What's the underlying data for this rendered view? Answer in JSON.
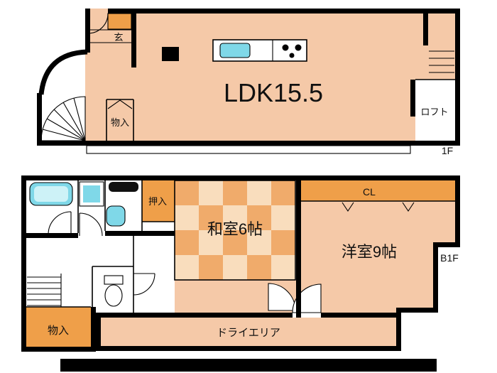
{
  "colors": {
    "floor_peach": "#f5c9a8",
    "accent_orange": "#ef9f49",
    "fixture_cyan": "#7fd8e8",
    "tatami_dark": "#f0ab6b",
    "tatami_light": "#f9ddbd",
    "wall_black": "#000000"
  },
  "floor_1f": {
    "floor_label": "1F",
    "ldk_label": "LDK15.5",
    "entrance_label": "玄",
    "storage_label": "物入",
    "loft_label": "ロフト"
  },
  "floor_b1f": {
    "floor_label": "B1F",
    "japanese_room_label": "和室6帖",
    "western_room_label": "洋室9帖",
    "closet_label": "CL",
    "oshiire_label": "押入",
    "storage_label": "物入",
    "dry_area_label": "ドライエリア"
  }
}
